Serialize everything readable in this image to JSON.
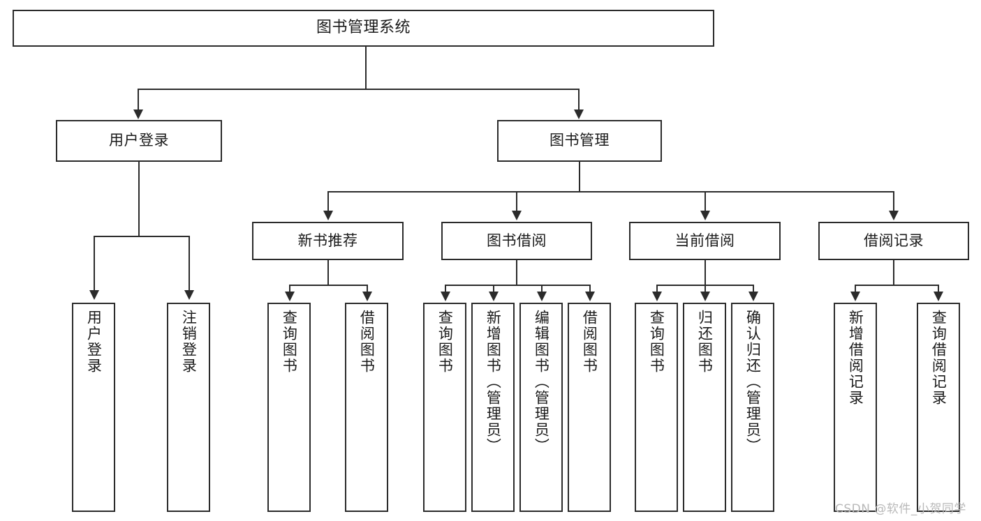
{
  "diagram": {
    "title": "图书管理系统",
    "type": "tree",
    "watermark": "CSDN @软件_小贺同学",
    "colors": {
      "background": "#ffffff",
      "node_border": "#2b2b2b",
      "node_fill": "#ffffff",
      "text": "#1a1a1a",
      "connector": "#2b2b2b",
      "watermark": "#b9b9b9"
    },
    "nodes": {
      "root": {
        "label": "图书管理系统"
      },
      "level2": [
        {
          "label": "用户登录"
        },
        {
          "label": "图书管理"
        }
      ],
      "level3": [
        {
          "label": "新书推荐"
        },
        {
          "label": "图书借阅"
        },
        {
          "label": "当前借阅"
        },
        {
          "label": "借阅记录"
        }
      ],
      "leaves": {
        "user_login": [
          {
            "label": "用户登录"
          },
          {
            "label": "注销登录"
          }
        ],
        "new_book_recommend": [
          {
            "label": "查询图书"
          },
          {
            "label": "借阅图书"
          }
        ],
        "book_borrow": [
          {
            "label": "查询图书"
          },
          {
            "label": "新增图书（管理员）"
          },
          {
            "label": "编辑图书（管理员）"
          },
          {
            "label": "借阅图书"
          }
        ],
        "current_borrow": [
          {
            "label": "查询图书"
          },
          {
            "label": "归还图书"
          },
          {
            "label": "确认归还（管理员）"
          }
        ],
        "borrow_record": [
          {
            "label": "新增借阅记录"
          },
          {
            "label": "查询借阅记录"
          }
        ]
      }
    }
  }
}
